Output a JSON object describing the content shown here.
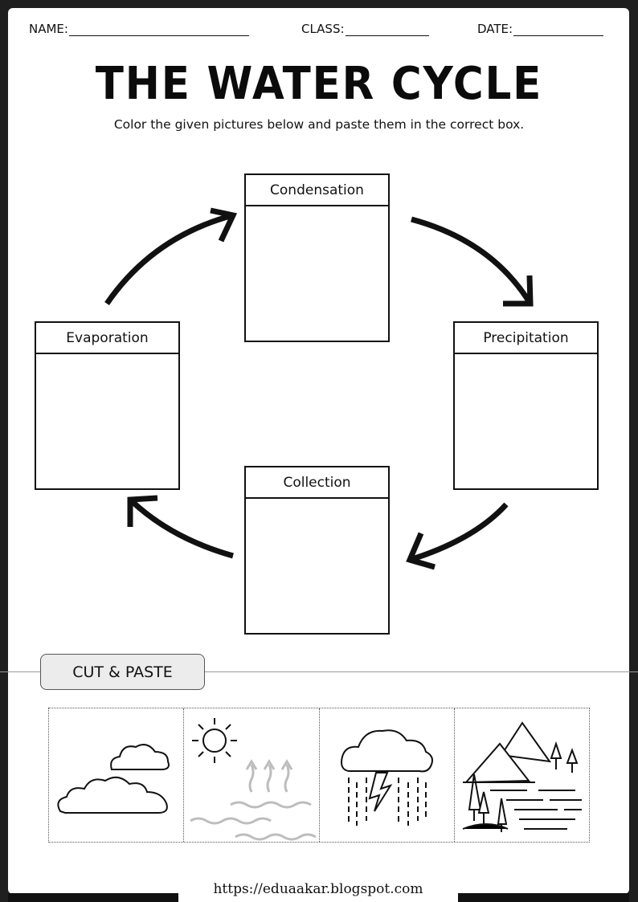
{
  "header": {
    "name_label": "NAME:",
    "class_label": "CLASS:",
    "date_label": "DATE:"
  },
  "title": "THE WATER CYCLE",
  "instructions": "Color the given pictures below and paste them in the correct box.",
  "boxes": {
    "condensation": "Condensation",
    "evaporation": "Evaporation",
    "precipitation": "Precipitation",
    "collection": "Collection"
  },
  "cut_section": {
    "label": "CUT & PASTE",
    "cards": [
      "clouds-icon",
      "sun-evaporation-icon",
      "rain-cloud-icon",
      "lake-mountains-icon"
    ]
  },
  "footer": {
    "url": "https://eduaakar.blogspot.com"
  },
  "colors": {
    "ink": "#111111",
    "pill_fill": "#ececec",
    "background": "#1f1f1f"
  }
}
